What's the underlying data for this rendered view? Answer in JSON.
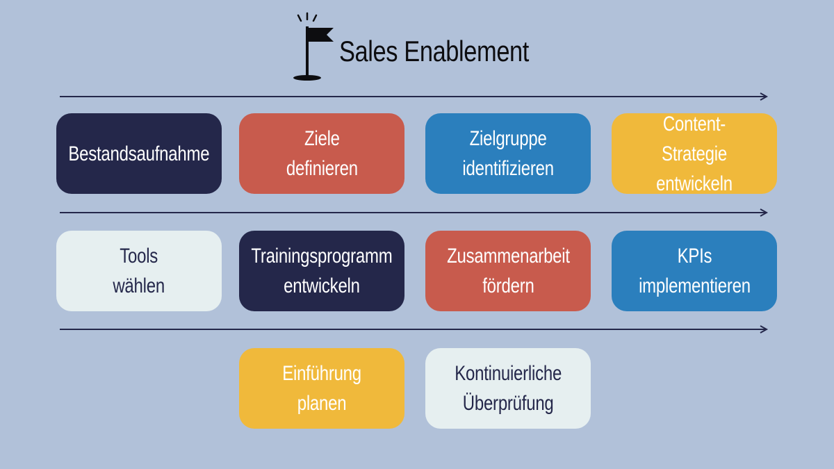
{
  "header": {
    "title": "Sales Enablement",
    "icon": "flag-icon"
  },
  "colors": {
    "background": "#b1c1d9",
    "navy": "#24274a",
    "red": "#c85b4d",
    "blue": "#2b7fbd",
    "yellow": "#f0b93b",
    "light": "#e6eff0",
    "arrow": "#24274a"
  },
  "rows": [
    {
      "steps": [
        {
          "label": "Bestandsaufnahme",
          "color": "navy"
        },
        {
          "label": "Ziele\ndefinieren",
          "color": "red"
        },
        {
          "label": "Zielgruppe\nidentifizieren",
          "color": "blue"
        },
        {
          "label": "Content-Strategie\nentwickeln",
          "color": "yellow"
        }
      ]
    },
    {
      "steps": [
        {
          "label": "Tools\nwählen",
          "color": "light"
        },
        {
          "label": "Trainingsprogramm\nentwickeln",
          "color": "navy"
        },
        {
          "label": "Zusammenarbeit\nfördern",
          "color": "red"
        },
        {
          "label": "KPIs\nimplementieren",
          "color": "blue"
        }
      ]
    },
    {
      "steps": [
        {
          "label": "Einführung\nplanen",
          "color": "yellow"
        },
        {
          "label": "Kontinuierliche\nÜberprüfung",
          "color": "light"
        }
      ]
    }
  ]
}
